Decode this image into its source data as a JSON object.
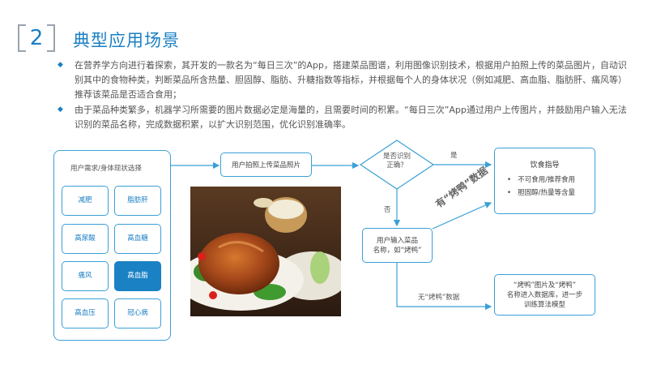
{
  "header": {
    "number": "2",
    "title": "典型应用场景"
  },
  "bullets": [
    "在营养学方向进行着探索，其开发的一款名为“每日三次”的App，搭建菜品图谱，利用图像识别技术，根据用户拍照上传的菜品图片，自动识别其中的食物种类，判断菜品所含热量、胆固醇、脂肪、升糖指数等指标，并根据每个人的身体状况（例如减肥、高血脂、脂肪肝、痛风等）推荐该菜品是否适合食用；",
    "由于菜品种类繁多，机器学习所需要的图片数据必定是海量的，且需要时间的积累。“每日三次”App通过用户上传图片，并鼓励用户输入无法识别的菜品名称，完成数据积累，以扩大识别范围，优化识别准确率。"
  ],
  "diagram": {
    "panel_title": "用户需求/身体现状选择",
    "tags": [
      "减肥",
      "脂肪肝",
      "高尿酸",
      "高血糖",
      "痛风",
      "高血脂",
      "高血压",
      "冠心病"
    ],
    "selected_tag": "高血脂",
    "upload_node": "用户拍照上传菜品照片",
    "decision_line1": "是否识别",
    "decision_line2": "正确？",
    "yes_label": "是",
    "no_label": "否",
    "diet_title": "饮食指导",
    "diet_items": [
      "不可食用/推荐食用",
      "胆固醇/热量等含量"
    ],
    "input_line1": "用户输入菜品",
    "input_line2": "名称，如“烤鸭”",
    "diagonal_label": "有“烤鸭”数据",
    "no_data_label": "无“烤鸭”数据",
    "db_line1": "“烤鸭”图片及“烤鸭”",
    "db_line2": "名称进入数据库，进一步",
    "db_line3": "训练算法模型"
  },
  "colors": {
    "accent": "#1a7fc4",
    "line": "#3aa0d6",
    "selected": "#1a82c4"
  }
}
